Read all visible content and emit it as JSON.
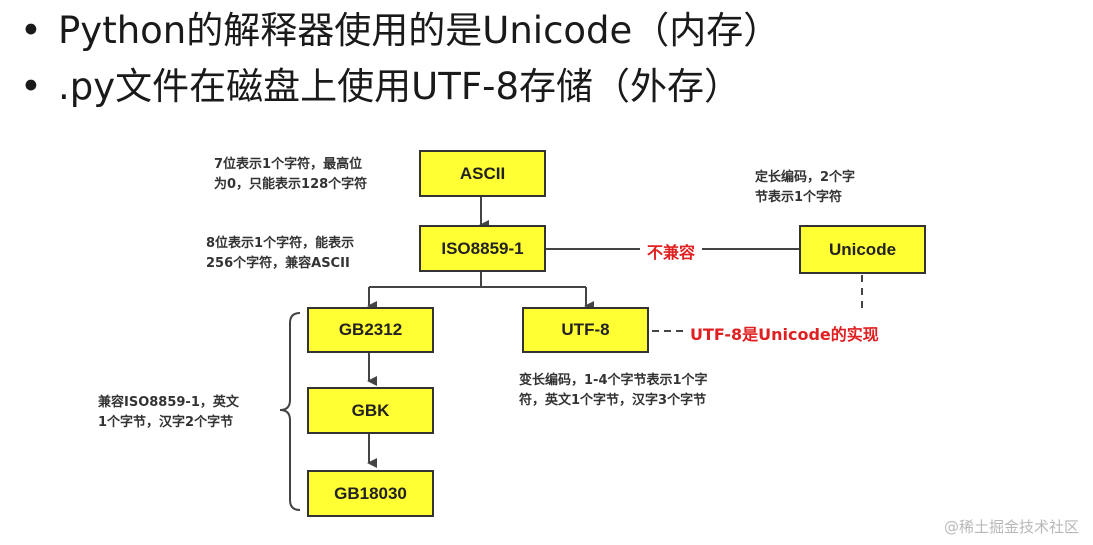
{
  "bullets": [
    {
      "dot": "•",
      "text": "Python的解释器使用的是Unicode（内存）"
    },
    {
      "dot": "•",
      "text": ".py文件在磁盘上使用UTF-8存储（外存）"
    }
  ],
  "boxes": {
    "ascii": "ASCII",
    "iso": "ISO8859-1",
    "unicode": "Unicode",
    "gb2312": "GB2312",
    "utf8": "UTF-8",
    "gbk": "GBK",
    "gb18030": "GB18030"
  },
  "notes": {
    "ascii_1": "7位表示1个字符，最高位",
    "ascii_2": "为0，只能表示128个字符",
    "iso_1": "8位表示1个字符，能表示",
    "iso_2": "256个字符，兼容ASCII",
    "unicode_1": "定长编码，2个字",
    "unicode_2": "节表示1个字符",
    "utf8_1": "变长编码，1-4个字节表示1个字",
    "utf8_2": "符，英文1个字节，汉字3个字节",
    "gb_1": "兼容ISO8859-1，英文",
    "gb_2": "1个字节，汉字2个字节"
  },
  "red_notes": {
    "incompatible": "不兼容",
    "utf8_impl": "UTF-8是Unicode的实现"
  },
  "colors": {
    "box_fill": "#ffff33",
    "red": "#e02020"
  },
  "watermark": "@稀土掘金技术社区"
}
